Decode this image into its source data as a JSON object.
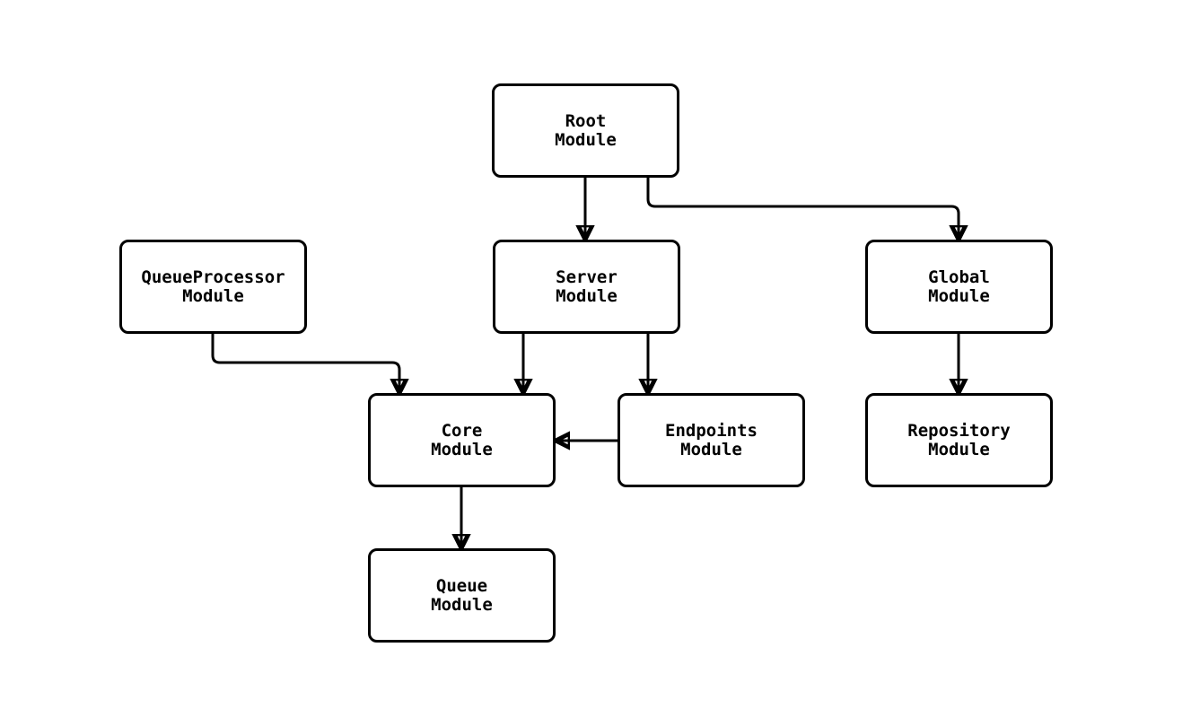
{
  "diagram": {
    "type": "module-dependency-flowchart",
    "background_color": "#ffffff",
    "node_fill_color": "#ffffff",
    "node_border_color": "#000000",
    "edge_color": "#000000",
    "text_color": "#000000",
    "nodes": [
      {
        "id": "root",
        "line1": "Root",
        "line2": "Module"
      },
      {
        "id": "queueprocessor",
        "line1": "QueueProcessor",
        "line2": "Module"
      },
      {
        "id": "server",
        "line1": "Server",
        "line2": "Module"
      },
      {
        "id": "global",
        "line1": "Global",
        "line2": "Module"
      },
      {
        "id": "core",
        "line1": "Core",
        "line2": "Module"
      },
      {
        "id": "endpoints",
        "line1": "Endpoints",
        "line2": "Module"
      },
      {
        "id": "repository",
        "line1": "Repository",
        "line2": "Module"
      },
      {
        "id": "queue",
        "line1": "Queue",
        "line2": "Module"
      }
    ],
    "edges": [
      {
        "from": "root",
        "to": "server"
      },
      {
        "from": "root",
        "to": "global"
      },
      {
        "from": "queueprocessor",
        "to": "core"
      },
      {
        "from": "server",
        "to": "core"
      },
      {
        "from": "server",
        "to": "endpoints"
      },
      {
        "from": "endpoints",
        "to": "core"
      },
      {
        "from": "global",
        "to": "repository"
      },
      {
        "from": "core",
        "to": "queue"
      }
    ]
  }
}
